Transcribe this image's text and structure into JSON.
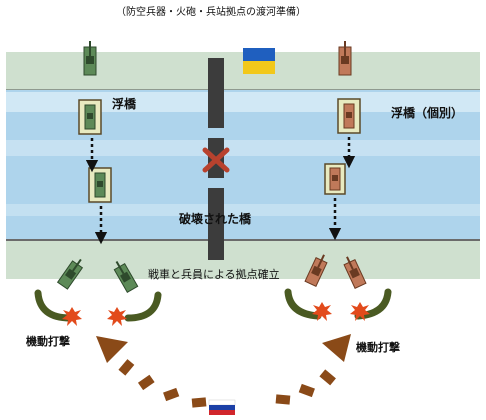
{
  "caption": "（防空兵器・火砲・兵站拠点の渡河準備）",
  "labels": {
    "pontoon_bridge": "浮橋",
    "pontoon_individual": "浮橋（個別）",
    "destroyed_bridge": "破壊された橋",
    "bridgehead": "戦車と兵員による拠点確立",
    "maneuver_left": "機動打撃",
    "maneuver_right": "機動打撃"
  },
  "flags": {
    "top": "ukraine-flag",
    "bottom": "russia-flag"
  },
  "colors": {
    "river": "#aed4ec",
    "river_light": "#e4f2fb",
    "bank": "#cfe0cf",
    "bridge_piece": "#3c3c3c",
    "attack_arrow": "#8a4a18",
    "ukraine_unit": "#5d8a58",
    "russia_unit": "#c0795a",
    "pontoon_fill": "#e8eac0",
    "pontoon_border": "#5a4a2a",
    "flank_arc": "#4a5a22",
    "explosion": "#e24a1b",
    "destroy_x": "#b8422e",
    "ukraine_blue": "#1f5fbf",
    "ukraine_yellow": "#f2c81a",
    "russia_blue": "#1b3fa6",
    "russia_red": "#d1262c"
  }
}
